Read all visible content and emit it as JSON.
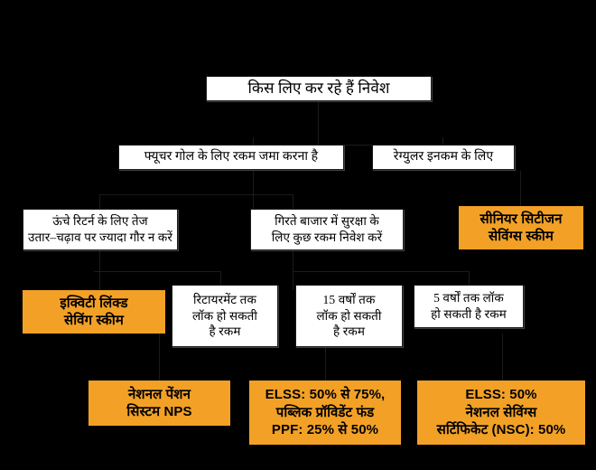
{
  "diagram": {
    "title_node": {
      "text": "किस लिए कर रहे हैं निवेश",
      "style": "white"
    },
    "level2": [
      {
        "text": "फ्यूचर गोल के लिए रकम जमा करना है",
        "style": "white"
      },
      {
        "text": "रेग्युलर इनकम के लिए",
        "style": "white"
      }
    ],
    "level3": [
      {
        "text": "ऊंचे रिटर्न के लिए तेज\nउतार–चढ़ाव पर ज्यादा गौर न करें",
        "style": "white"
      },
      {
        "text": "गिरते बाजार में सुरक्षा के\nलिए कुछ रकम निवेश करें",
        "style": "white"
      },
      {
        "text": "सीनियर सिटीजन\nसेविंग्स स्कीम",
        "style": "orange"
      }
    ],
    "level4": [
      {
        "text": "इक्विटी लिंक्ड\nसेविंग स्कीम",
        "style": "orange"
      },
      {
        "text": "रिटायरमेंट तक\nलॉक हो सकती\nहै रकम",
        "style": "white"
      },
      {
        "text": "15 वर्षों तक\nलॉक हो सकती\nहै रकम",
        "style": "white"
      },
      {
        "text": "5 वर्षों तक लॉक\nहो सकती है रकम",
        "style": "white"
      }
    ],
    "level5": [
      {
        "text": "नेशनल पेंशन\nसिस्टम NPS",
        "style": "orange"
      },
      {
        "text": "ELSS: 50% से 75%,\nपब्लिक प्रॉविडेंट फंड\nPPF: 25% से 50%",
        "style": "orange"
      },
      {
        "text": "ELSS: 50%\nनेशनल सेविंग्स\nसर्टिफिकेट (NSC): 50%",
        "style": "orange"
      }
    ],
    "colors": {
      "background": "#000000",
      "node_white_fill": "#ffffff",
      "node_orange_fill": "#f2a126",
      "node_border": "#1a1a1a",
      "text": "#000000",
      "connector": "#1b1b1b"
    }
  }
}
